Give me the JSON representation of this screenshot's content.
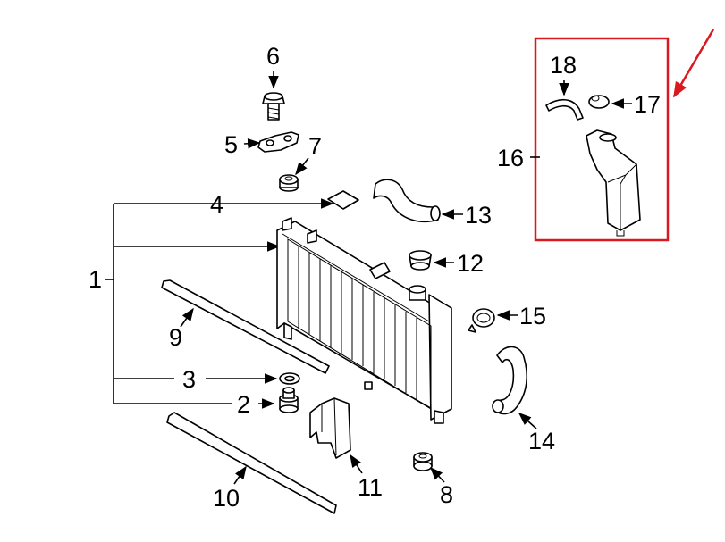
{
  "diagram": {
    "callouts": {
      "c1": "1",
      "c2": "2",
      "c3": "3",
      "c4": "4",
      "c5": "5",
      "c6": "6",
      "c7": "7",
      "c8": "8",
      "c9": "9",
      "c10": "10",
      "c11": "11",
      "c12": "12",
      "c13": "13",
      "c14": "14",
      "c15": "15",
      "c16": "16",
      "c17": "17",
      "c18": "18"
    },
    "colors": {
      "line": "#000000",
      "background": "#ffffff",
      "highlight_box": "#d9181f",
      "highlight_arrow": "#d9181f"
    }
  }
}
